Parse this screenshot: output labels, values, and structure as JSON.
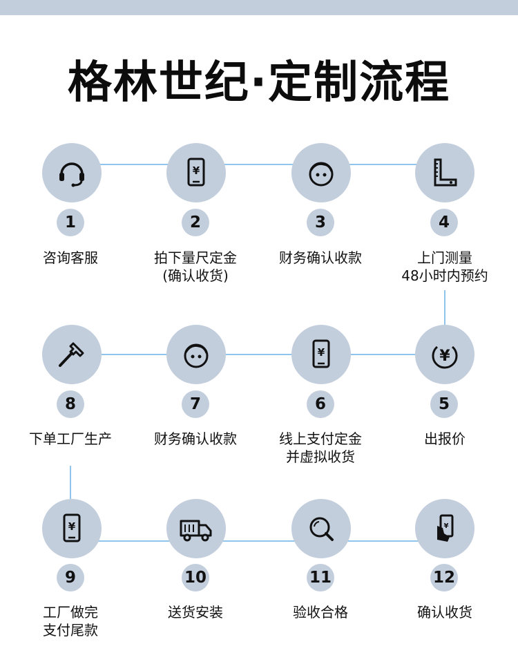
{
  "title": "格林世纪·定制流程",
  "colors": {
    "circle_bg": "#c3cedd",
    "connector": "#8fc4ec",
    "header_bar": "#c3cedd",
    "text": "#111111"
  },
  "steps": [
    {
      "num": "1",
      "icon": "headset-icon",
      "line1": "咨询客服",
      "line2": ""
    },
    {
      "num": "2",
      "icon": "phone-yen-icon",
      "line1": "拍下量尺定金",
      "line2": "(确认收货)"
    },
    {
      "num": "3",
      "icon": "face-icon",
      "line1": "财务确认收款",
      "line2": ""
    },
    {
      "num": "4",
      "icon": "ruler-icon",
      "line1": "上门测量",
      "line2": "48小时内预约"
    },
    {
      "num": "5",
      "icon": "yen-coin-icon",
      "line1": "出报价",
      "line2": ""
    },
    {
      "num": "6",
      "icon": "phone-yen-icon",
      "line1": "线上支付定金",
      "line2": "并虚拟收货"
    },
    {
      "num": "7",
      "icon": "face-icon",
      "line1": "财务确认收款",
      "line2": ""
    },
    {
      "num": "8",
      "icon": "hammer-icon",
      "line1": "下单工厂生产",
      "line2": ""
    },
    {
      "num": "9",
      "icon": "phone-yen-icon",
      "line1": "工厂做完",
      "line2": "支付尾款"
    },
    {
      "num": "10",
      "icon": "truck-icon",
      "line1": "送货安装",
      "line2": ""
    },
    {
      "num": "11",
      "icon": "magnifier-icon",
      "line1": "验收合格",
      "line2": ""
    },
    {
      "num": "12",
      "icon": "hand-phone-icon",
      "line1": "确认收货",
      "line2": ""
    }
  ]
}
